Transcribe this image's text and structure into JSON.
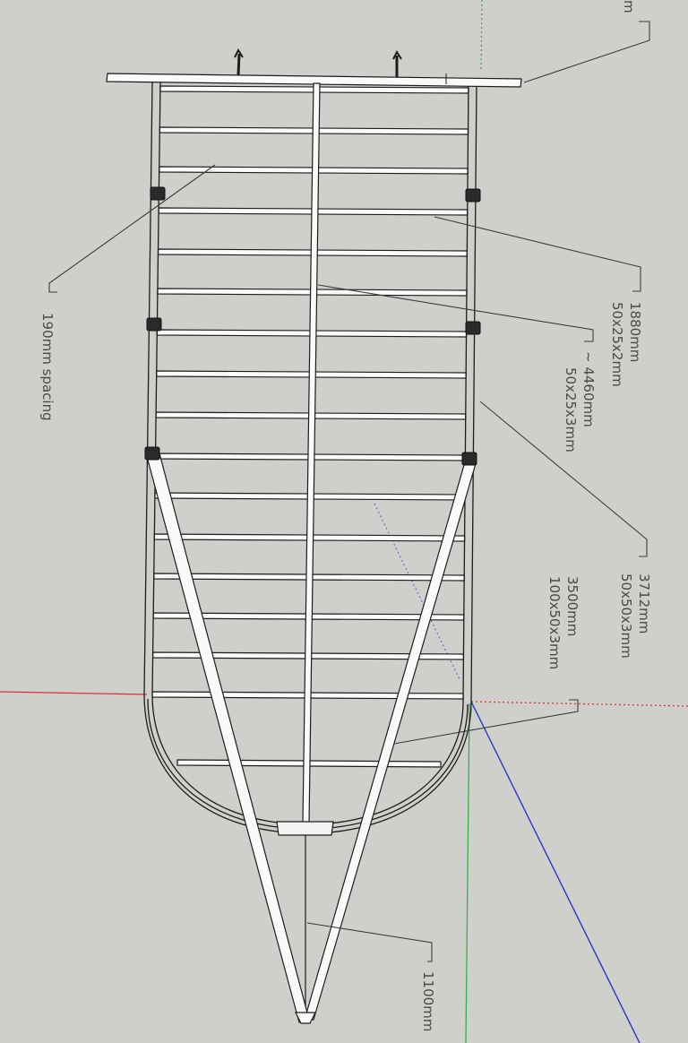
{
  "annotations": {
    "top_edge_label": "m",
    "crossbar_length": "1880mm",
    "crossbar_section": "50x25x2mm",
    "center_rail_length": "~ 4460mm",
    "center_rail_section": "50x25x3mm",
    "side_rail_length": "3712mm",
    "side_rail_section": "50x50x3mm",
    "drawbar_length": "3500mm",
    "drawbar_section": "100x50x3mm",
    "crossbar_spacing": "190mm spacing",
    "tongue_length": "1100mm"
  },
  "axes": {
    "red": "#d8333b",
    "green": "#35b04a",
    "blue": "#2a35c9",
    "inference_dotted": "#6a6ad0"
  },
  "colors": {
    "background": "#cfcfcb",
    "tube_fill": "#fafafa",
    "line": "#1c1c1c",
    "label": "#4a4a4a"
  }
}
